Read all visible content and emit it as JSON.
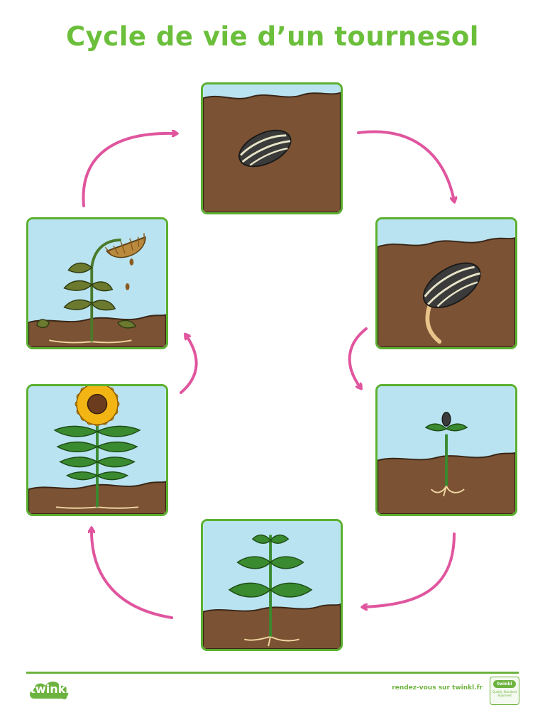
{
  "title": "Cycle de vie d’un tournesol",
  "footer": {
    "logo_text": "twinkl",
    "url_text": "rendez-vous sur twinkl.fr",
    "badge_brand": "twinkl",
    "badge_text": "Quality Standard Approved"
  },
  "colors": {
    "title": "#6bbf3b",
    "arrow": "#e0559e",
    "panel_border": "#5bb030",
    "sky": "#b9e3f1",
    "soil": "#7b5234",
    "plant": "#3a8a2f",
    "petal": "#f2b514",
    "footer_line": "#6db33f",
    "footer_url": "#6db33f"
  },
  "panels": [
    {
      "stage": "seed-in-soil"
    },
    {
      "stage": "germinating-seed"
    },
    {
      "stage": "seedling"
    },
    {
      "stage": "young-plant"
    },
    {
      "stage": "flowering-sunflower"
    },
    {
      "stage": "wilting-sunflower"
    }
  ]
}
